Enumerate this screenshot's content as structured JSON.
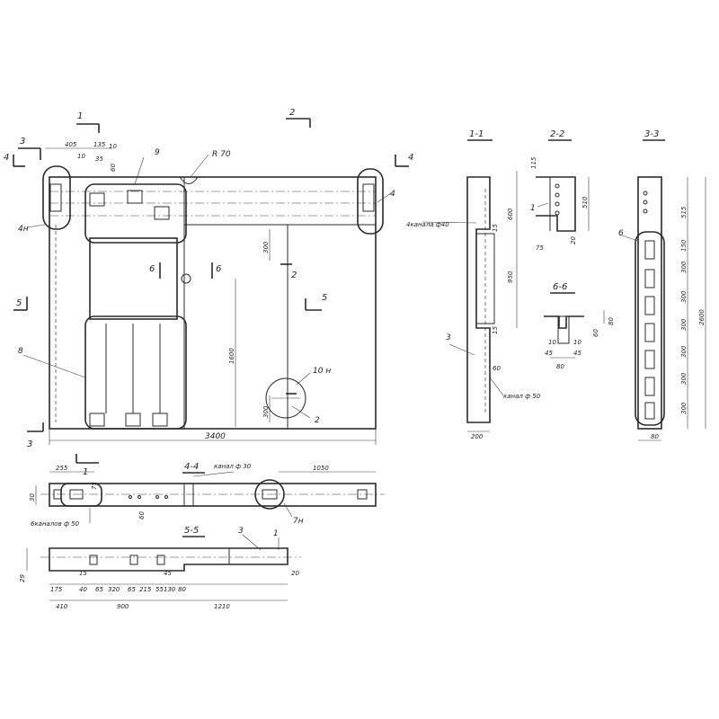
{
  "sections": {
    "s1": "1-1",
    "s2": "2-2",
    "s3": "3-3",
    "s4": "4-4",
    "s5": "5-5",
    "s6": "6-6"
  },
  "cut_marks": {
    "one": "1",
    "two": "2",
    "three": "3",
    "four": "4",
    "five": "5",
    "six": "6"
  },
  "callouts": {
    "item1": "1",
    "item2": "2",
    "item3": "3",
    "item4": "4",
    "item6": "6",
    "item8": "8",
    "item9": "9",
    "r70": "R 70",
    "h4": "4н",
    "h10": "10 н",
    "h7": "7н",
    "channel_50": "канал ф 50",
    "channel_40": "4канала ф40",
    "channel_30": "канал ф 30",
    "channels_50": "6каналов ф 50"
  },
  "plan_dims": {
    "d405": "405",
    "d135": "135",
    "d10a": "10",
    "d10b": "10",
    "d35": "35",
    "d60": "60",
    "d300a": "300",
    "d1600": "1600",
    "d300b": "300",
    "d3400": "3400"
  },
  "s1_dims": {
    "d115": "115",
    "d600": "600",
    "d15a": "15",
    "d950": "950",
    "d15b": "15",
    "d60": "60",
    "d200": "200"
  },
  "s2_dims": {
    "d510": "510",
    "d75": "75",
    "d20": "20"
  },
  "s6_dims": {
    "d10a": "10",
    "d10b": "10",
    "d45a": "45",
    "d45b": "45",
    "d60": "60",
    "d80a": "80",
    "d80b": "80"
  },
  "s3_dims": {
    "d515": "515",
    "d150": "150",
    "d300a": "300",
    "d300b": "300",
    "d300c": "300",
    "d300d": "300",
    "d300e": "300",
    "d300f": "300",
    "d2600": "2600",
    "d80": "80"
  },
  "s4_dims": {
    "d255": "255",
    "d75": "75",
    "d30": "30",
    "d60": "60",
    "d1050": "1050"
  },
  "s5_dims": {
    "d29": "29",
    "d15": "15",
    "d45": "45",
    "d20": "20",
    "d175": "175",
    "d40": "40",
    "d65a": "65",
    "d320": "320",
    "d65b": "65",
    "d215": "215",
    "d55": "55",
    "d130": "130",
    "d80": "80",
    "d410": "410",
    "d900": "900",
    "d1210": "1210"
  }
}
